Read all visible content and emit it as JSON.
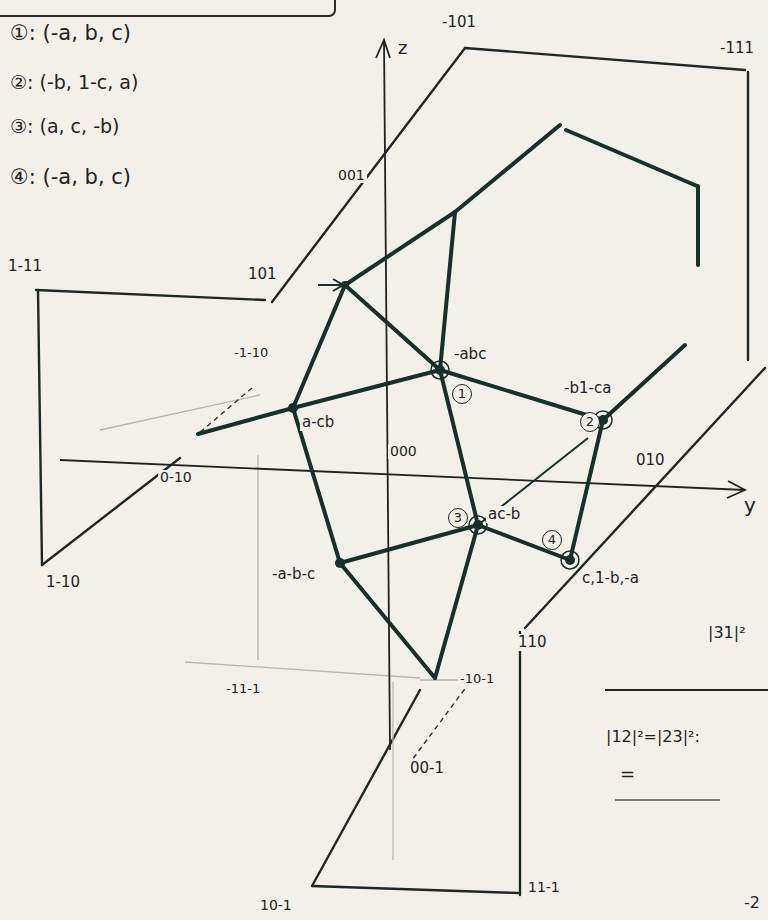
{
  "diagram": {
    "labels": [
      "①: (-a, b, c)",
      "②: (-b, 1-c, a)",
      "③: (a, c, -b)",
      "④: (-a, b, c)",
      "z",
      "y",
      "-101",
      "-111",
      "001",
      "1-11",
      "101",
      "-1-10",
      "0-10",
      "000",
      "010",
      "1-10",
      "110",
      "-11-1",
      "-10-1",
      "00-1",
      "10-1",
      "11-1",
      "-abc",
      "-b1-ca",
      "a-cb",
      "ac-b",
      "-a-b-c",
      "c,1-b,-a",
      "1",
      "2",
      "3",
      "4",
      "|31|²",
      "|12|²=|23|²:",
      "=",
      "-2"
    ]
  }
}
